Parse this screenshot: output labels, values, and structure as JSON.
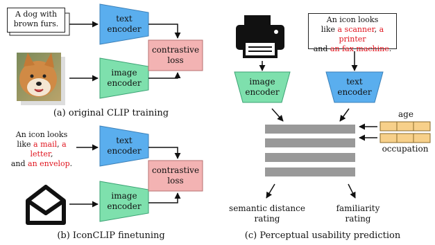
{
  "panel_a": {
    "input_text": [
      "A dog with",
      "brown furs."
    ],
    "text_encoder": [
      "text",
      "encoder"
    ],
    "image_encoder": [
      "image",
      "encoder"
    ],
    "loss": [
      "contrastive",
      "loss"
    ],
    "caption": "(a) original CLIP training",
    "image_icon": "shiba-dog-photo"
  },
  "panel_b": {
    "input_text": {
      "line1": "An icon looks",
      "line2_pre": "like ",
      "mail": "a mail",
      "comma1": ", ",
      "letter": "a letter",
      "comma2": ",",
      "line3_pre": "and ",
      "envelop": "an envelop",
      "period": "."
    },
    "text_encoder": [
      "text",
      "encoder"
    ],
    "image_encoder": [
      "image",
      "encoder"
    ],
    "loss": [
      "contrastive",
      "loss"
    ],
    "caption": "(b) IconCLIP finetuning",
    "image_icon": "envelope-icon"
  },
  "panel_c": {
    "input_text": {
      "line1": "An icon looks",
      "line2_pre": "like ",
      "scanner": "a scanner",
      "comma1": ", ",
      "printer": "a printer",
      "line3_pre": "and ",
      "fax": "an fax machine",
      "period": "."
    },
    "image_encoder": [
      "image",
      "encoder"
    ],
    "text_encoder": [
      "text",
      "encoder"
    ],
    "age_label": "age",
    "occupation_label": "occupation",
    "output1": [
      "semantic distance",
      "rating"
    ],
    "output2": [
      "familiarity",
      "rating"
    ],
    "caption": "(c) Perceptual usability prediction",
    "image_icon": "printer-icon"
  },
  "colors": {
    "text_encoder": "#5aaeee",
    "image_encoder": "#7ee0ad",
    "loss": "#f3b3b3",
    "layer": "#999999",
    "feature": "#f7d08a",
    "highlight": "#e0141e"
  }
}
